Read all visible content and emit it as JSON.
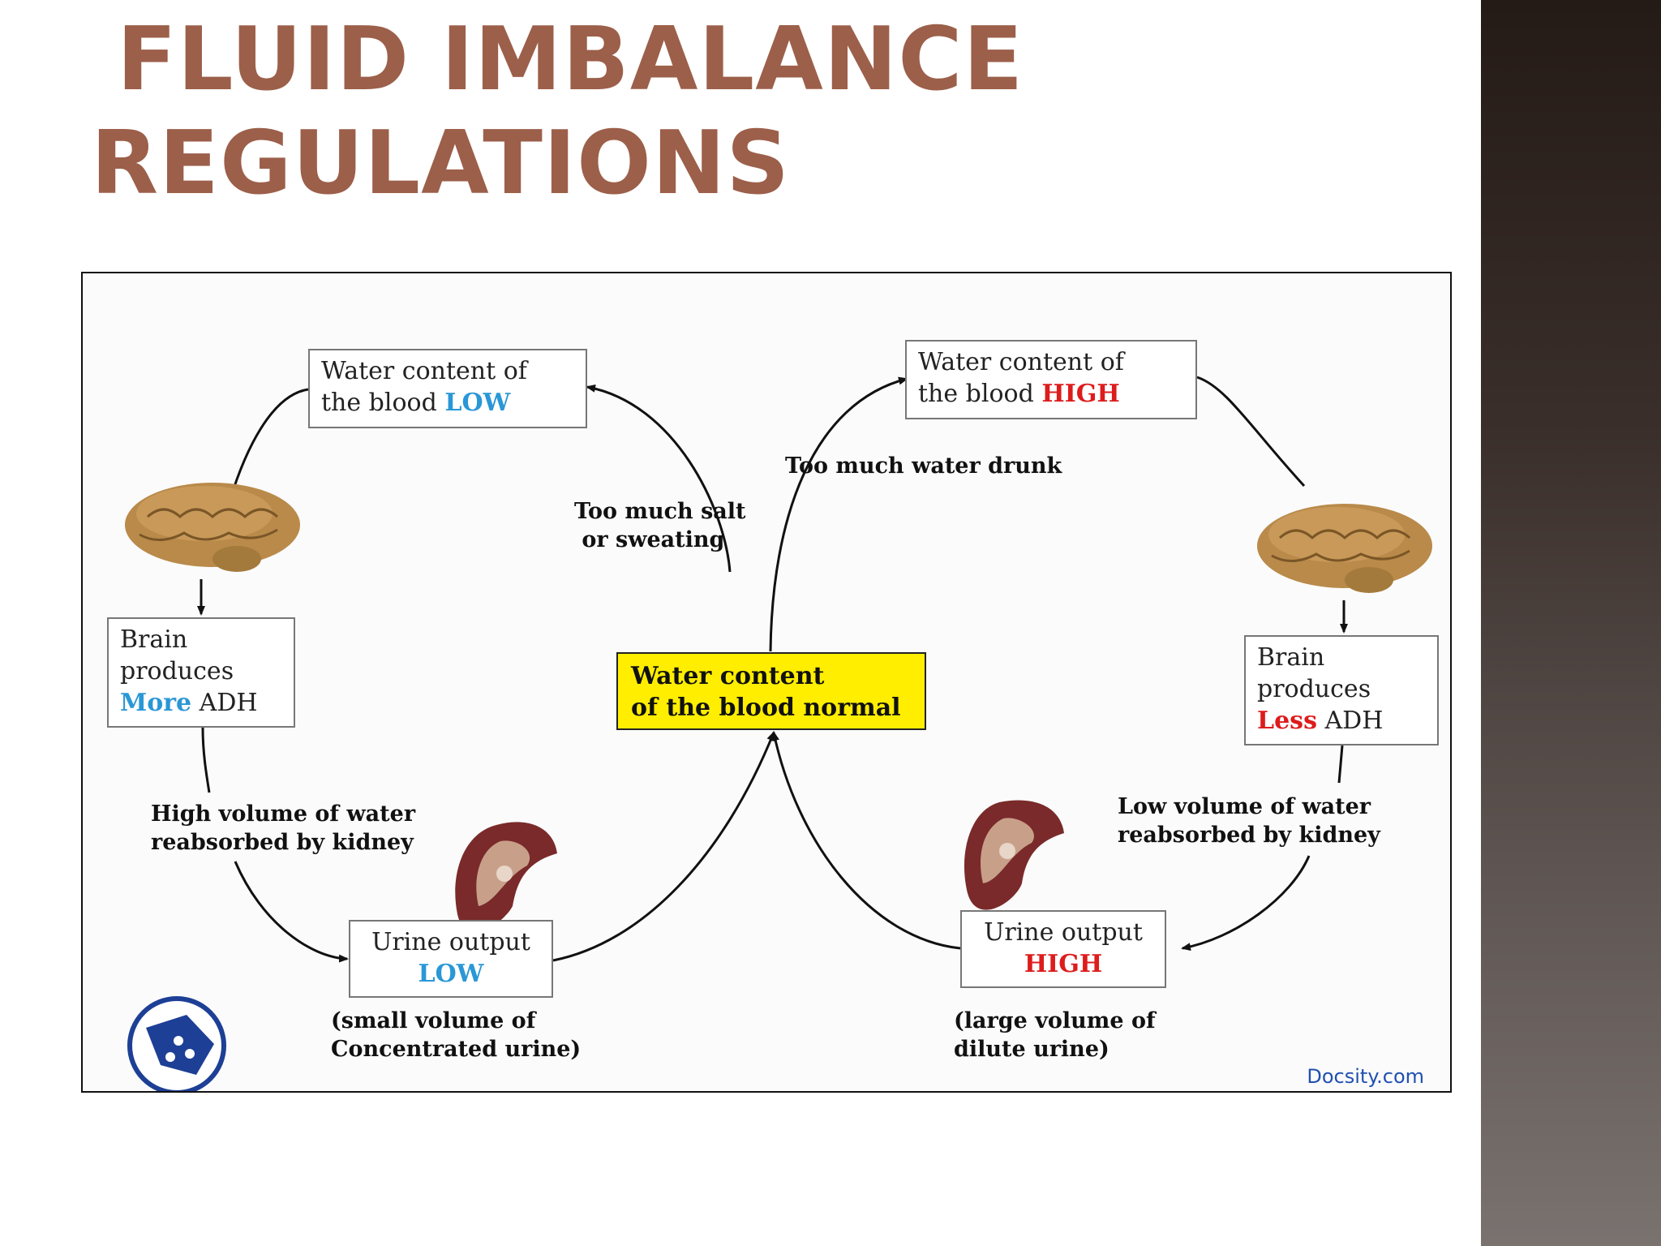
{
  "title": {
    "line1": "FLUID IMBALANCE",
    "line2": "REGULATIONS"
  },
  "diagram": {
    "top_left_box": {
      "line1": "Water content of",
      "line2_prefix": "the blood ",
      "line2_emph": "LOW"
    },
    "top_right_box": {
      "line1": "Water content of",
      "line2_prefix": "the blood ",
      "line2_emph": "HIGH"
    },
    "center_box": {
      "line1": "Water content",
      "line2": "of the blood normal"
    },
    "left_brain_box": {
      "line1": "Brain",
      "line2": "produces",
      "line3_emph": "More",
      "line3_suffix": " ADH"
    },
    "right_brain_box": {
      "line1": "Brain",
      "line2": "produces",
      "line3_emph": "Less",
      "line3_suffix": " ADH"
    },
    "left_urine_box": {
      "line1": "Urine output",
      "line2_emph": "LOW"
    },
    "right_urine_box": {
      "line1": "Urine output",
      "line2_emph": "HIGH"
    },
    "labels": {
      "salt": {
        "line1": "Too much salt",
        "line2": " or sweating"
      },
      "water_drunk": "Too much water drunk",
      "high_reabsorb": {
        "line1": "High volume of water",
        "line2": "reabsorbed by kidney"
      },
      "low_reabsorb": {
        "line1": "Low volume of water",
        "line2": "reabsorbed by kidney"
      },
      "small_volume": {
        "line1": "(small volume of",
        "line2": "Concentrated urine)"
      },
      "large_volume": {
        "line1": "(large volume of",
        "line2": "dilute urine)"
      }
    },
    "credit": "Docsity.com"
  },
  "colors": {
    "title": "#9c5f4a",
    "low_emph": "#2a97d6",
    "high_emph": "#dd1c1c",
    "center_fill": "#ffee00"
  }
}
